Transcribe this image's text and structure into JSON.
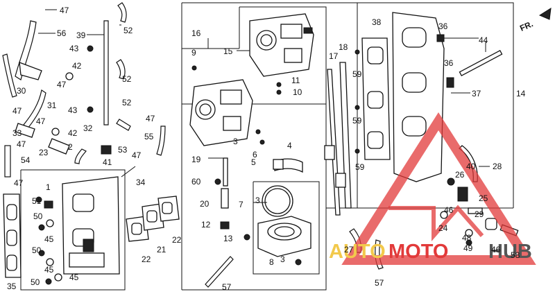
{
  "orientation": {
    "label": "FR."
  },
  "callouts": [
    "47",
    "56",
    "52",
    "39",
    "43",
    "42",
    "52",
    "30",
    "47",
    "31",
    "52",
    "47",
    "43",
    "33",
    "47",
    "42",
    "32",
    "47",
    "23",
    "2",
    "41",
    "53",
    "47",
    "54",
    "47",
    "55",
    "34",
    "1",
    "51",
    "50",
    "45",
    "50",
    "45",
    "50",
    "45",
    "35",
    "16",
    "9",
    "15",
    "11",
    "10",
    "17",
    "18",
    "59",
    "38",
    "36",
    "44",
    "36",
    "37",
    "14",
    "59",
    "59",
    "47",
    "19",
    "3",
    "60",
    "6",
    "4",
    "5",
    "3",
    "7",
    "20",
    "12",
    "13",
    "22",
    "21",
    "22",
    "8",
    "3",
    "57",
    "27",
    "57",
    "26",
    "40",
    "28",
    "25",
    "46",
    "24",
    "29",
    "48",
    "46",
    "49",
    "58"
  ],
  "watermark": {
    "brand_auto": "AUTO",
    "brand_moto": "MOTO",
    "brand_hub": "HUB",
    "color_primary": "#e23a3a",
    "color_secondary": "#f2c94c",
    "color_tertiary": "#555555"
  }
}
